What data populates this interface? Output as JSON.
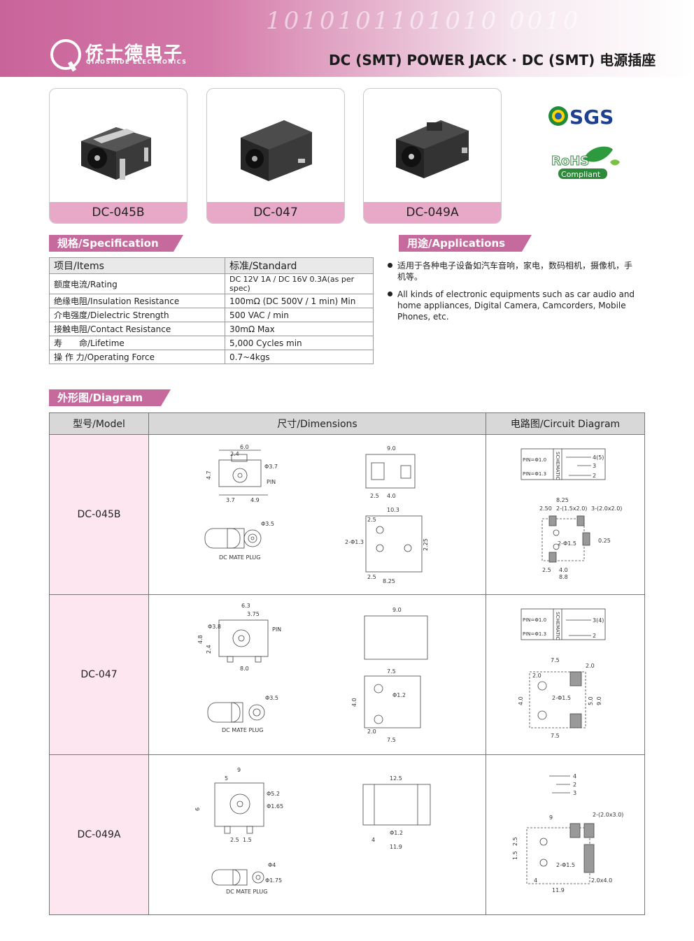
{
  "header": {
    "logo_cn": "侨士德电子",
    "logo_en": "QIAOSHIDE ELECTRONICS",
    "title": "DC (SMT) POWER JACK · DC (SMT) 电源插座",
    "deco_digits": "1010101101010 0010"
  },
  "products": [
    {
      "label": "DC-045B"
    },
    {
      "label": "DC-047"
    },
    {
      "label": "DC-049A"
    }
  ],
  "certs": {
    "sgs": "SGS",
    "rohs": "RoHS",
    "compliant": "Compliant"
  },
  "specification": {
    "heading": "规格/Specification",
    "col_items": "项目/Items",
    "col_standard": "标准/Standard",
    "rows": [
      {
        "item": "额度电流/Rating",
        "value": "DC 12V 1A / DC 16V 0.3A(as per spec)"
      },
      {
        "item": "绝缘电阻/Insulation Resistance",
        "value": "100mΩ (DC 500V / 1 min) Min"
      },
      {
        "item": "介电强度/Dielectric Strength",
        "value": "500 VAC / min"
      },
      {
        "item": "接触电阻/Contact Resistance",
        "value": "30mΩ Max"
      },
      {
        "item": "寿　　命/Lifetime",
        "value": "5,000 Cycles min"
      },
      {
        "item": "操 作 力/Operating Force",
        "value": "0.7~4kgs"
      }
    ]
  },
  "applications": {
    "heading": "用途/Applications",
    "items": [
      "适用于各种电子设备如汽车音响，家电，数码相机，摄像机，手机等。",
      "All kinds of electronic equipments such as car audio and home appliances, Digital Camera, Camcorders, Mobile Phones, etc."
    ]
  },
  "diagram": {
    "heading": "外形图/Diagram",
    "col_model": "型号/Model",
    "col_dimensions": "尺寸/Dimensions",
    "col_circuit": "电路图/Circuit Diagram",
    "rows": [
      {
        "model": "DC-045B"
      },
      {
        "model": "DC-047"
      },
      {
        "model": "DC-049A"
      }
    ]
  },
  "colors": {
    "pink": "#c66a9e",
    "light_pink": "#fde6f0",
    "label_pink": "#e8a9c9"
  }
}
